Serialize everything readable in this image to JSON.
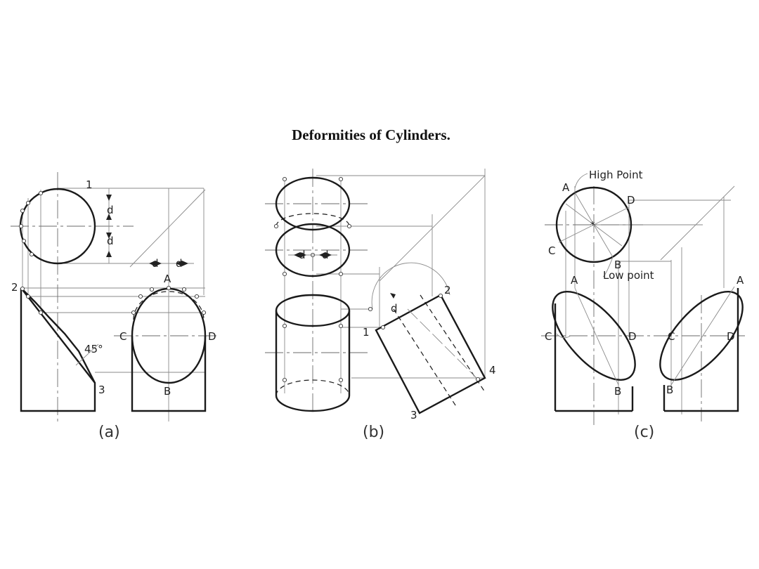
{
  "title": "Deformities of Cylinders.",
  "panels": [
    {
      "caption": "(a)",
      "labels": {
        "one": "1",
        "two": "2",
        "three": "3",
        "a": "A",
        "b": "B",
        "c": "C",
        "d": "D",
        "angle": "45°",
        "dim": "d"
      }
    },
    {
      "caption": "(b)",
      "labels": {
        "one": "1",
        "two": "2",
        "three": "3",
        "four": "4",
        "dim": "d"
      }
    },
    {
      "caption": "(c)",
      "labels": {
        "high": "High Point",
        "low": "Low point",
        "a": "A",
        "b": "B",
        "c": "C",
        "d": "D"
      }
    }
  ]
}
